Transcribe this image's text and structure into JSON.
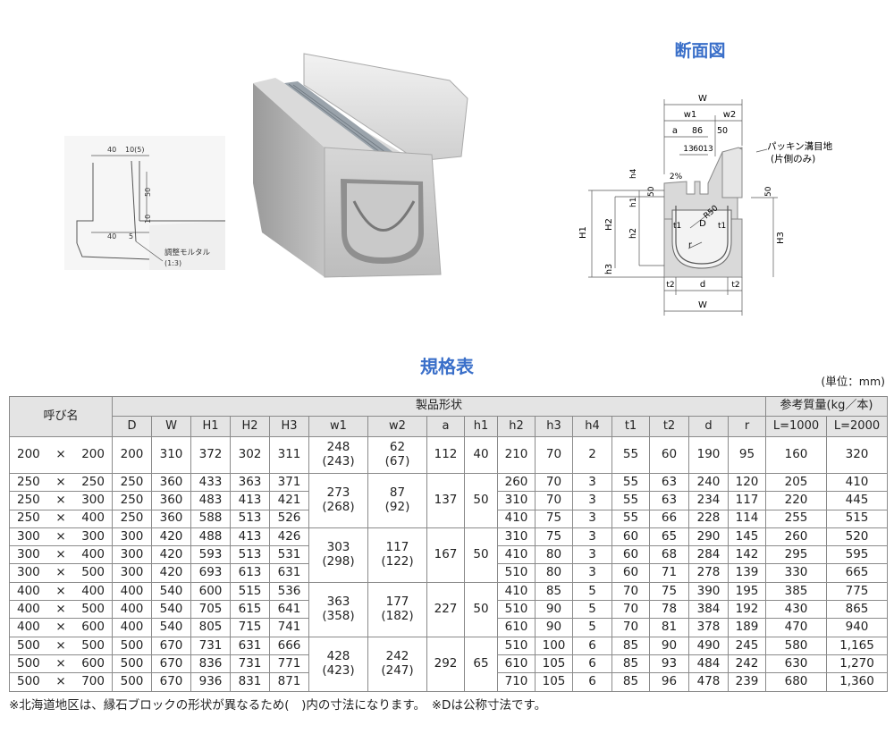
{
  "detail_drawing": {
    "dims_top": [
      "40",
      "10(5)"
    ],
    "dim_side": "50",
    "dim_mid": "10",
    "dims_bottom": [
      "40",
      "5"
    ],
    "mortar_label": "調整モルタル",
    "mortar_ratio": "(1:3)"
  },
  "section": {
    "title": "断面図",
    "packing_label_1": "パッキン溝目地",
    "packing_label_2": "(片側のみ)",
    "labels": {
      "W_top": "W",
      "w1": "w1",
      "w2": "w2",
      "a": "a",
      "d86": "86",
      "d50": "50",
      "d13a": "13",
      "d60": "60",
      "d13b": "13",
      "slope": "2%",
      "h4": "h4",
      "d50_left": "50",
      "d50_right": "50",
      "h1": "h1",
      "H1": "H1",
      "H2": "H2",
      "h2": "h2",
      "h3": "h3",
      "H3": "H3",
      "t1_left": "t1",
      "t1_right": "t1",
      "D": "D",
      "R50": "R50",
      "r": "r",
      "t2_left": "t2",
      "d": "d",
      "t2_right": "t2",
      "W_bottom": "W"
    }
  },
  "table": {
    "title": "規格表",
    "unit": "(単位：mm)",
    "header_name": "呼び名",
    "header_shape": "製品形状",
    "header_weight": "参考質量(kg／本)",
    "columns": [
      "D",
      "W",
      "H1",
      "H2",
      "H3",
      "w1",
      "w2",
      "a",
      "h1",
      "h2",
      "h3",
      "h4",
      "t1",
      "t2",
      "d",
      "r",
      "L=1000",
      "L=2000"
    ],
    "rows": [
      {
        "n1": "200",
        "n2": "200",
        "D": "200",
        "W": "310",
        "H1": "372",
        "H2": "302",
        "H3": "311",
        "h2": "210",
        "h3": "70",
        "h4": "2",
        "t1": "55",
        "t2": "60",
        "d": "190",
        "r": "95",
        "L1": "160",
        "L2": "320"
      },
      {
        "n1": "250",
        "n2": "250",
        "D": "250",
        "W": "360",
        "H1": "433",
        "H2": "363",
        "H3": "371",
        "h2": "260",
        "h3": "70",
        "h4": "3",
        "t1": "55",
        "t2": "63",
        "d": "240",
        "r": "120",
        "L1": "205",
        "L2": "410"
      },
      {
        "n1": "250",
        "n2": "300",
        "D": "250",
        "W": "360",
        "H1": "483",
        "H2": "413",
        "H3": "421",
        "h2": "310",
        "h3": "70",
        "h4": "3",
        "t1": "55",
        "t2": "63",
        "d": "234",
        "r": "117",
        "L1": "220",
        "L2": "445"
      },
      {
        "n1": "250",
        "n2": "400",
        "D": "250",
        "W": "360",
        "H1": "588",
        "H2": "513",
        "H3": "526",
        "h2": "410",
        "h3": "75",
        "h4": "3",
        "t1": "55",
        "t2": "66",
        "d": "228",
        "r": "114",
        "L1": "255",
        "L2": "515"
      },
      {
        "n1": "300",
        "n2": "300",
        "D": "300",
        "W": "420",
        "H1": "488",
        "H2": "413",
        "H3": "426",
        "h2": "310",
        "h3": "75",
        "h4": "3",
        "t1": "60",
        "t2": "65",
        "d": "290",
        "r": "145",
        "L1": "260",
        "L2": "520"
      },
      {
        "n1": "300",
        "n2": "400",
        "D": "300",
        "W": "420",
        "H1": "593",
        "H2": "513",
        "H3": "531",
        "h2": "410",
        "h3": "80",
        "h4": "3",
        "t1": "60",
        "t2": "68",
        "d": "284",
        "r": "142",
        "L1": "295",
        "L2": "595"
      },
      {
        "n1": "300",
        "n2": "500",
        "D": "300",
        "W": "420",
        "H1": "693",
        "H2": "613",
        "H3": "631",
        "h2": "510",
        "h3": "80",
        "h4": "3",
        "t1": "60",
        "t2": "71",
        "d": "278",
        "r": "139",
        "L1": "330",
        "L2": "665"
      },
      {
        "n1": "400",
        "n2": "400",
        "D": "400",
        "W": "540",
        "H1": "600",
        "H2": "515",
        "H3": "536",
        "h2": "410",
        "h3": "85",
        "h4": "5",
        "t1": "70",
        "t2": "75",
        "d": "390",
        "r": "195",
        "L1": "385",
        "L2": "775"
      },
      {
        "n1": "400",
        "n2": "500",
        "D": "400",
        "W": "540",
        "H1": "705",
        "H2": "615",
        "H3": "641",
        "h2": "510",
        "h3": "90",
        "h4": "5",
        "t1": "70",
        "t2": "78",
        "d": "384",
        "r": "192",
        "L1": "430",
        "L2": "865"
      },
      {
        "n1": "400",
        "n2": "600",
        "D": "400",
        "W": "540",
        "H1": "805",
        "H2": "715",
        "H3": "741",
        "h2": "610",
        "h3": "90",
        "h4": "5",
        "t1": "70",
        "t2": "81",
        "d": "378",
        "r": "189",
        "L1": "470",
        "L2": "940"
      },
      {
        "n1": "500",
        "n2": "500",
        "D": "500",
        "W": "670",
        "H1": "731",
        "H2": "631",
        "H3": "666",
        "h2": "510",
        "h3": "100",
        "h4": "6",
        "t1": "85",
        "t2": "90",
        "d": "490",
        "r": "245",
        "L1": "580",
        "L2": "1,165"
      },
      {
        "n1": "500",
        "n2": "600",
        "D": "500",
        "W": "670",
        "H1": "836",
        "H2": "731",
        "H3": "771",
        "h2": "610",
        "h3": "105",
        "h4": "6",
        "t1": "85",
        "t2": "93",
        "d": "484",
        "r": "242",
        "L1": "630",
        "L2": "1,270"
      },
      {
        "n1": "500",
        "n2": "700",
        "D": "500",
        "W": "670",
        "H1": "936",
        "H2": "831",
        "H3": "871",
        "h2": "710",
        "h3": "105",
        "h4": "6",
        "t1": "85",
        "t2": "96",
        "d": "478",
        "r": "239",
        "L1": "680",
        "L2": "1,360"
      }
    ],
    "groups": [
      {
        "w1": "248",
        "w1_hk": "(243)",
        "w2": "62",
        "w2_hk": "(67)",
        "a": "112",
        "h1": "40"
      },
      {
        "w1": "273",
        "w1_hk": "(268)",
        "w2": "87",
        "w2_hk": "(92)",
        "a": "137",
        "h1": "50"
      },
      {
        "w1": "303",
        "w1_hk": "(298)",
        "w2": "117",
        "w2_hk": "(122)",
        "a": "167",
        "h1": "50"
      },
      {
        "w1": "363",
        "w1_hk": "(358)",
        "w2": "177",
        "w2_hk": "(182)",
        "a": "227",
        "h1": "50"
      },
      {
        "w1": "428",
        "w1_hk": "(423)",
        "w2": "242",
        "w2_hk": "(247)",
        "a": "292",
        "h1": "65"
      }
    ],
    "times": "×"
  },
  "footnote": "※北海道地区は、縁石ブロックの形状が異なるため(　)内の寸法になります。　※Dは公称寸法です。"
}
